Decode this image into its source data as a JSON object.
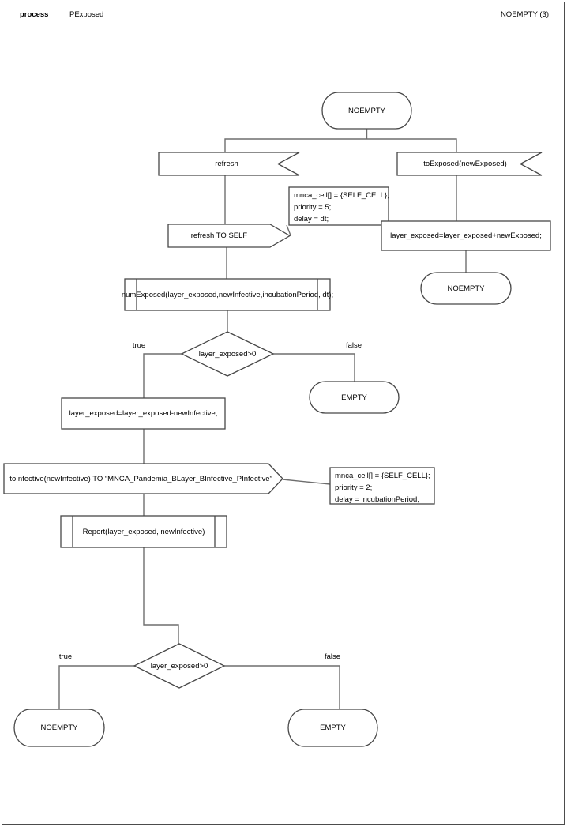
{
  "header": {
    "kind_label": "process",
    "title": "PExposed",
    "state_count": "NOEMPTY (3)"
  },
  "colors": {
    "shape_stroke": "#474747",
    "connector": "#6e6e6e",
    "background": "#ffffff",
    "text": "#000000"
  },
  "nodes": {
    "start_state": "NOEMPTY",
    "receive_refresh": "refresh",
    "receive_to_exposed": "toExposed(newExposed)",
    "send_refresh_self": "refresh TO SELF",
    "note_refresh": {
      "l1": "mnca_cell[] = {SELF_CELL};",
      "l2": "priority = 5;",
      "l3": "delay = dt;"
    },
    "assign_add": "layer_exposed=layer_exposed+newExposed;",
    "state_noempty_right": "NOEMPTY",
    "call_num_exposed": "numExposed(layer_exposed,newInfective,incubationPeriod, dt);",
    "decision_top": {
      "condition": "layer_exposed>0",
      "true_label": "true",
      "false_label": "false"
    },
    "state_empty_right": "EMPTY",
    "assign_subtract": "layer_exposed=layer_exposed-newInfective;",
    "send_to_infective": "toInfective(newInfective) TO “MNCA_Pandemia_BLayer_BInfective_PInfective”",
    "note_infective": {
      "l1": "mnca_cell[] = {SELF_CELL};",
      "l2": "priority = 2;",
      "l3": "delay = incubationPeriod;"
    },
    "call_report": "Report(layer_exposed, newInfective)",
    "decision_bottom": {
      "condition": "layer_exposed>0",
      "true_label": "true",
      "false_label": "false"
    },
    "state_noempty_bottom": "NOEMPTY",
    "state_empty_bottom": "EMPTY"
  }
}
